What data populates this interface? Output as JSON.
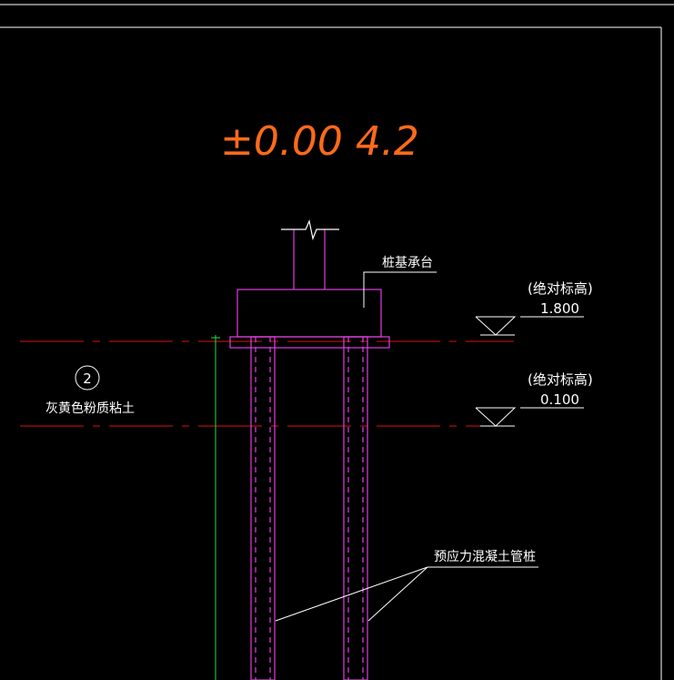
{
  "handwritten_note": {
    "text": "±0.00  4.2",
    "color": "#ff6a1a"
  },
  "layer_label": {
    "number": "2",
    "text": "灰黄色粉质粘土"
  },
  "pile_cap_label": "桩基承台",
  "pile_label": "预应力混凝土管桩",
  "elevations": [
    {
      "title": "(绝对标高)",
      "value": "1.800"
    },
    {
      "title": "(绝对标高)",
      "value": "0.100"
    }
  ],
  "colors": {
    "background": "#000000",
    "border": "#ffffff",
    "structure": "#e040e0",
    "soil_line": "#e01010",
    "grid_line": "#20e040",
    "annotation": "#ffffff",
    "handwriting": "#ff6a1a"
  }
}
